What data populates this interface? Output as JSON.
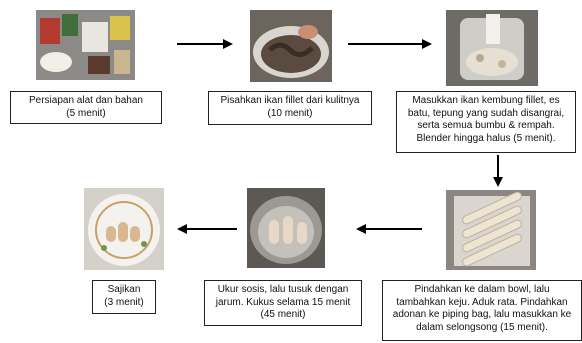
{
  "steps": [
    {
      "photo": "ingredients-photo",
      "text": "Persiapan alat dan bahan\n(5 menit)"
    },
    {
      "photo": "fish-filleting-photo",
      "text": "Pisahkan ikan fillet dari kulitnya\n(10 menit)"
    },
    {
      "photo": "food-processor-photo",
      "text": "Masukkan ikan kembung fillet, es\nbatu, tepung yang sudah disangrai,\nserta semua bumbu & rempah.\nBlender hingga halus (5 menit)."
    },
    {
      "photo": "sausage-casings-tray-photo",
      "text": "Pindahkan ke dalam bowl, lalu\ntambahkan keju. Aduk rata. Pindahkan\nadonan ke piping bag, lalu masukkan ke\ndalam selongsong (15 menit)."
    },
    {
      "photo": "steamer-photo",
      "text": "Ukur sosis, lalu tusuk dengan\njarum. Kukus selama 15 menit\n(45 menit)"
    },
    {
      "photo": "served-sausage-plate-photo",
      "text": "Sajikan\n(3 menit)"
    }
  ]
}
